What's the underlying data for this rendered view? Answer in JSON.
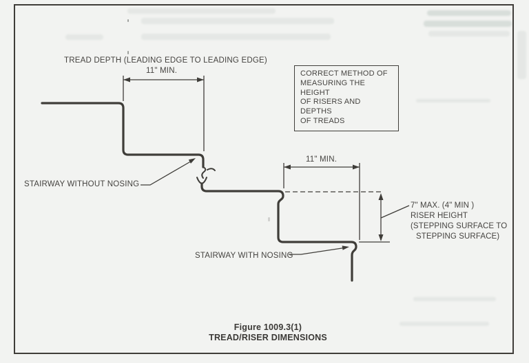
{
  "figure": {
    "top_label": "TREAD DEPTH (LEADING EDGE TO LEADING EDGE)",
    "dim_top_label": "11\" MIN.",
    "dim_bottom_label": "11\" MIN.",
    "note_box": {
      "lines": [
        "CORRECT METHOD OF",
        "MEASURING THE HEIGHT",
        "OF RISERS AND DEPTHS",
        "OF TREADS"
      ]
    },
    "stairway_without_nosing_label": "STAIRWAY WITHOUT NOSING",
    "stairway_with_nosing_label": "STAIRWAY WITH NOSING",
    "riser_height_label": {
      "lines": [
        "7\" MAX. (4\" MIN )",
        "RISER HEIGHT",
        "(STEPPING SURFACE TO",
        "STEPPING SURFACE)"
      ]
    },
    "caption": {
      "figure_number": "Figure 1009.3(1)",
      "title": "TREAD/RISER DIMENSIONS"
    },
    "colors": {
      "line": "#3f3d39",
      "paper": "#f2f3f1",
      "ink": "#454340"
    }
  }
}
